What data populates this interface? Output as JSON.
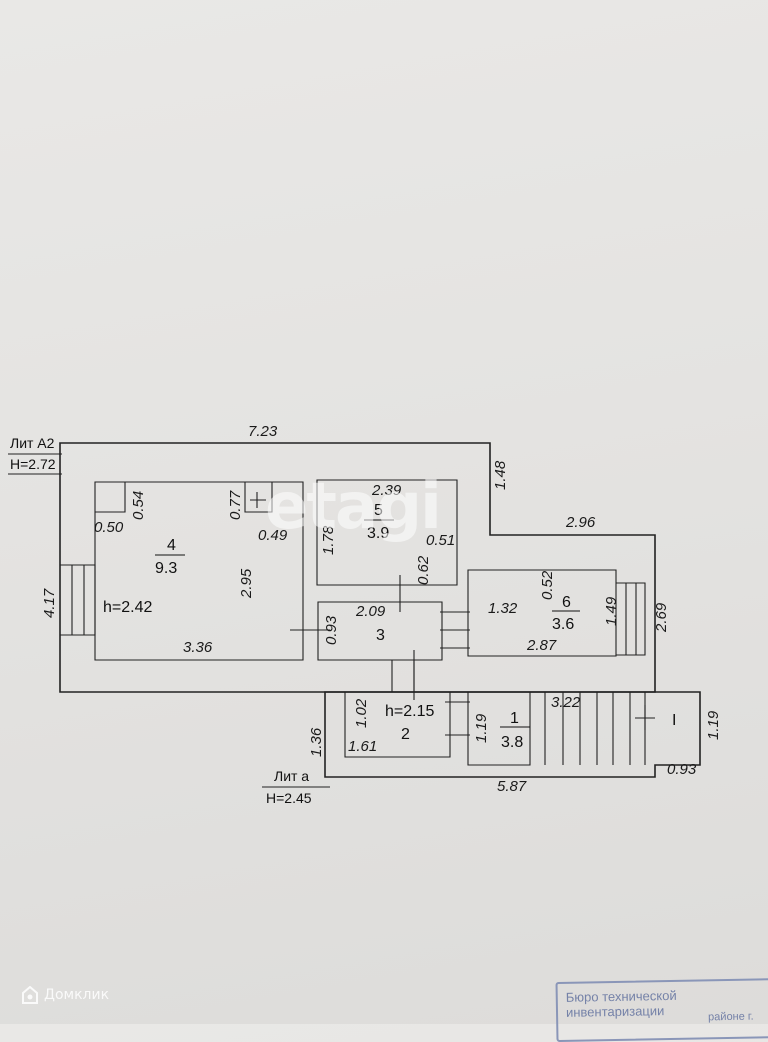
{
  "literas": {
    "main_name": "Лит А2",
    "main_height": "H=2.72",
    "annex_name": "Лит а",
    "annex_height": "H=2.45"
  },
  "rooms": [
    {
      "number": "4",
      "area": "9.3"
    },
    {
      "number": "5",
      "area": "3.9"
    },
    {
      "number": "3",
      "area": ""
    },
    {
      "number": "6",
      "area": "3.6"
    },
    {
      "number": "2",
      "area": ""
    },
    {
      "number": "1",
      "area": "3.8"
    },
    {
      "number": "I",
      "area": ""
    }
  ],
  "heights": {
    "main": "h=2.42",
    "annex": "h=2.15"
  },
  "dimensions": {
    "top_width": "7.23",
    "right_upper": "1.48",
    "right_step": "2.96",
    "left_side": "4.17",
    "r4_notch_h": "0.54",
    "r4_notch_w": "0.50",
    "r4_chimney_h": "0.77",
    "r4_chimney_w": "0.49",
    "r4_height": "2.95",
    "r4_width": "3.36",
    "r5_width": "2.39",
    "r5_height": "1.78",
    "r5_jog": "0.51",
    "r5_door": "0.62",
    "r3_width": "2.09",
    "r3_height": "0.93",
    "r6_top": "0.52",
    "r6_left": "1.32",
    "r6_height": "1.49",
    "r6_width": "2.87",
    "right_lower": "2.69",
    "r2_height": "1.02",
    "r2_width": "1.61",
    "annex_left": "1.36",
    "r1_height": "1.19",
    "stairs_width": "3.22",
    "porch_height": "1.19",
    "porch_width": "0.93",
    "annex_width": "5.87"
  },
  "watermark": "etagi",
  "brand": "Домклик",
  "stamp": {
    "line1": "Бюро технической инвентаризации",
    "line2": "районе г."
  }
}
